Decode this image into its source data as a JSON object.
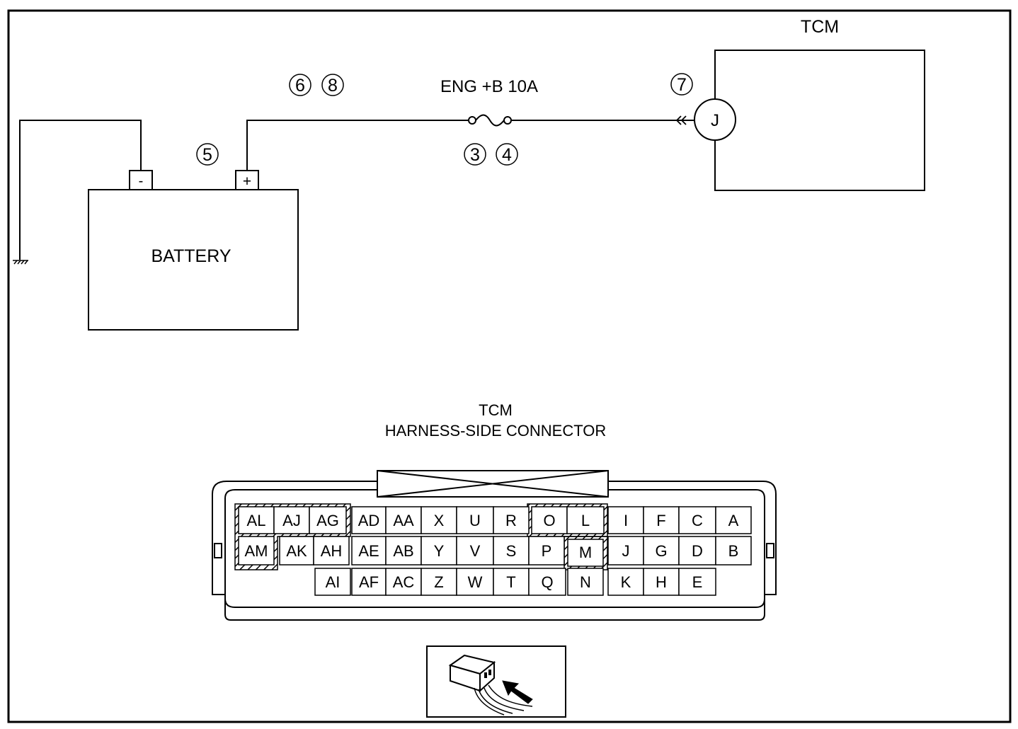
{
  "diagram": {
    "tcm_label": "TCM",
    "battery_label": "BATTERY",
    "battery_neg": "-",
    "battery_pos": "+",
    "fuse_label": "ENG +B 10A",
    "terminal_j": "J",
    "callouts": {
      "c3": "3",
      "c4": "4",
      "c5": "5",
      "c6": "6",
      "c7": "7",
      "c8": "8"
    },
    "connector_title": "TCM",
    "connector_subtitle": "HARNESS-SIDE CONNECTOR",
    "pins": {
      "AL": "AL",
      "AJ": "AJ",
      "AG": "AG",
      "AD": "AD",
      "AA": "AA",
      "X": "X",
      "U": "U",
      "R": "R",
      "O": "O",
      "L": "L",
      "I": "I",
      "F": "F",
      "C": "C",
      "A": "A",
      "AM": "AM",
      "AK": "AK",
      "AH": "AH",
      "AE": "AE",
      "AB": "AB",
      "Y": "Y",
      "V": "V",
      "S": "S",
      "P": "P",
      "M": "M",
      "J": "J",
      "G": "G",
      "D": "D",
      "B": "B",
      "AI": "AI",
      "AF": "AF",
      "AC": "AC",
      "Z": "Z",
      "W": "W",
      "T": "T",
      "Q": "Q",
      "N": "N",
      "K": "K",
      "H": "H",
      "E": "E"
    },
    "icon": "connector-probe-icon"
  }
}
